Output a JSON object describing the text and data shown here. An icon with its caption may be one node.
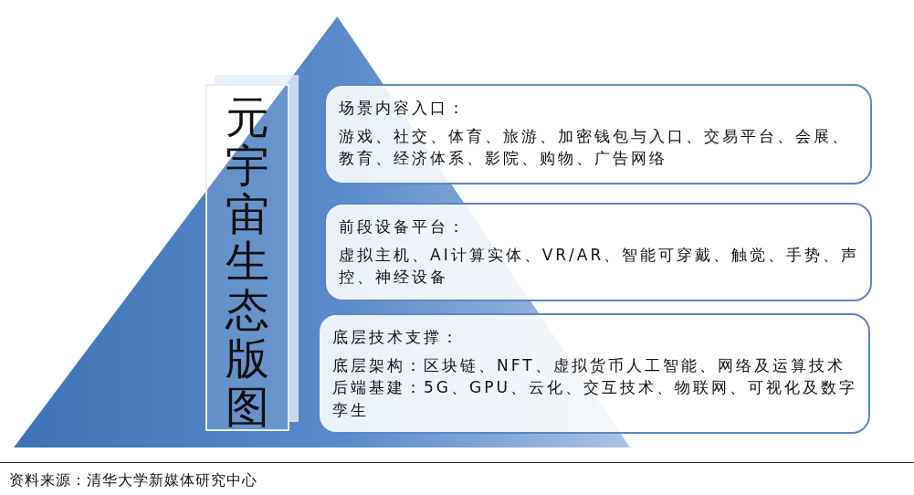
{
  "diagram": {
    "caption": "资料来源：清华大学新媒体研究中心",
    "nodes": [
      {
        "text": [],
        "shape": "triangle"
      },
      {
        "text": [
          "元宇宙生态版图"
        ],
        "in": 0
      },
      {
        "text": [
          "场景内容入口：",
          "游戏、社交、体育、旅游、加密钱包与入口、交易平台、会展、教育、经济体系、影院、购物、广告网络"
        ]
      },
      {
        "text": [
          "前段设备平台：",
          "虚拟主机、AI计算实体、VR/AR、智能可穿戴、触觉、手势、声控、神经设备"
        ]
      },
      {
        "text": [
          "底层技术支撑：",
          "底层架构：区块链、NFT、虚拟货币人工智能、网络及运算技术",
          "后端基建：5G、GPU、云化、交互技术、物联网、可视化及数字孪生"
        ]
      }
    ],
    "edges": []
  }
}
